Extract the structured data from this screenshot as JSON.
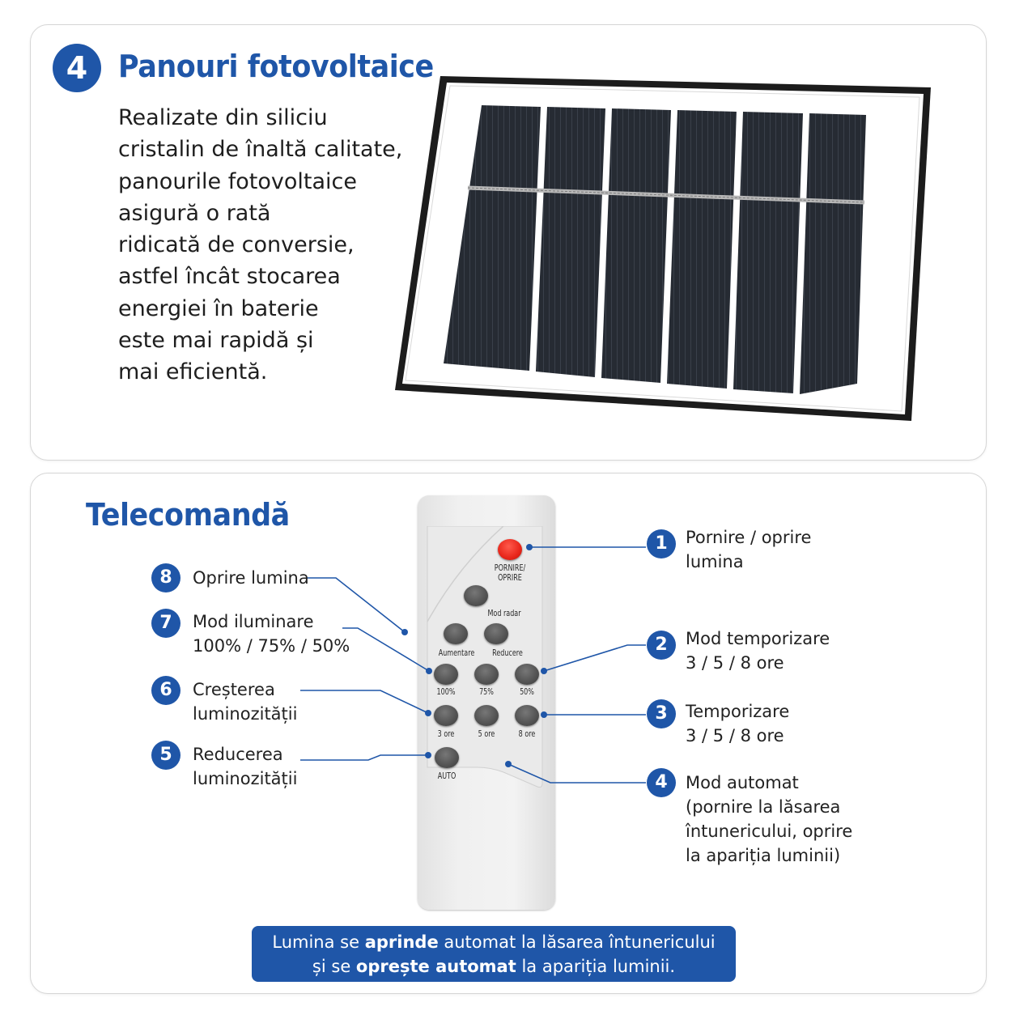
{
  "panel_section": {
    "number": "4",
    "title": "Panouri fotovoltaice",
    "description_lines": [
      "Realizate din siliciu",
      "cristalin de înaltă calitate,",
      "panourile fotovoltaice",
      "asigură o rată",
      "ridicată de conversie,",
      "astfel încât stocarea",
      "energiei în baterie",
      "este mai rapidă și",
      "mai eficientă."
    ]
  },
  "remote_section": {
    "title": "Telecomandă",
    "remote_labels": {
      "power": "PORNIRE/\nOPRIRE",
      "power_line1": "PORNIRE/",
      "power_line2": "OPRIRE",
      "radar": "Mod radar",
      "increase": "Aumentare",
      "decrease": "Reducere",
      "b100": "100%",
      "b75": "75%",
      "b50": "50%",
      "h3": "3 ore",
      "h5": "5 ore",
      "h8": "8 ore",
      "auto": "AUTO"
    },
    "callouts_right": [
      {
        "num": "1",
        "line1": "Pornire / oprire",
        "line2": "lumina"
      },
      {
        "num": "2",
        "line1": "Mod temporizare",
        "line2": "3 / 5 / 8 ore"
      },
      {
        "num": "3",
        "line1": "Temporizare",
        "line2": "3 / 5 / 8 ore"
      },
      {
        "num": "4",
        "line1": "Mod automat",
        "line2": "(pornire la lăsarea",
        "line3": "întunericului, oprire",
        "line4": "la apariția luminii)"
      }
    ],
    "callouts_left": [
      {
        "num": "8",
        "line1": "Oprire lumina"
      },
      {
        "num": "7",
        "line1": "Mod iluminare",
        "line2": "100% / 75% / 50%"
      },
      {
        "num": "6",
        "line1": "Creșterea",
        "line2": "luminozității"
      },
      {
        "num": "5",
        "line1": "Reducerea",
        "line2": "luminozității"
      }
    ],
    "banner": {
      "l1_a": "Lumina se ",
      "l1_b": "aprinde",
      "l1_c": " automat la lăsarea întunericului",
      "l2_a": "și se ",
      "l2_b": "oprește automat",
      "l2_c": " la apariția luminii."
    }
  },
  "colors": {
    "accent_blue": "#1f56a8",
    "power_red": "#e8261a",
    "cell_dark": "#262b33"
  }
}
